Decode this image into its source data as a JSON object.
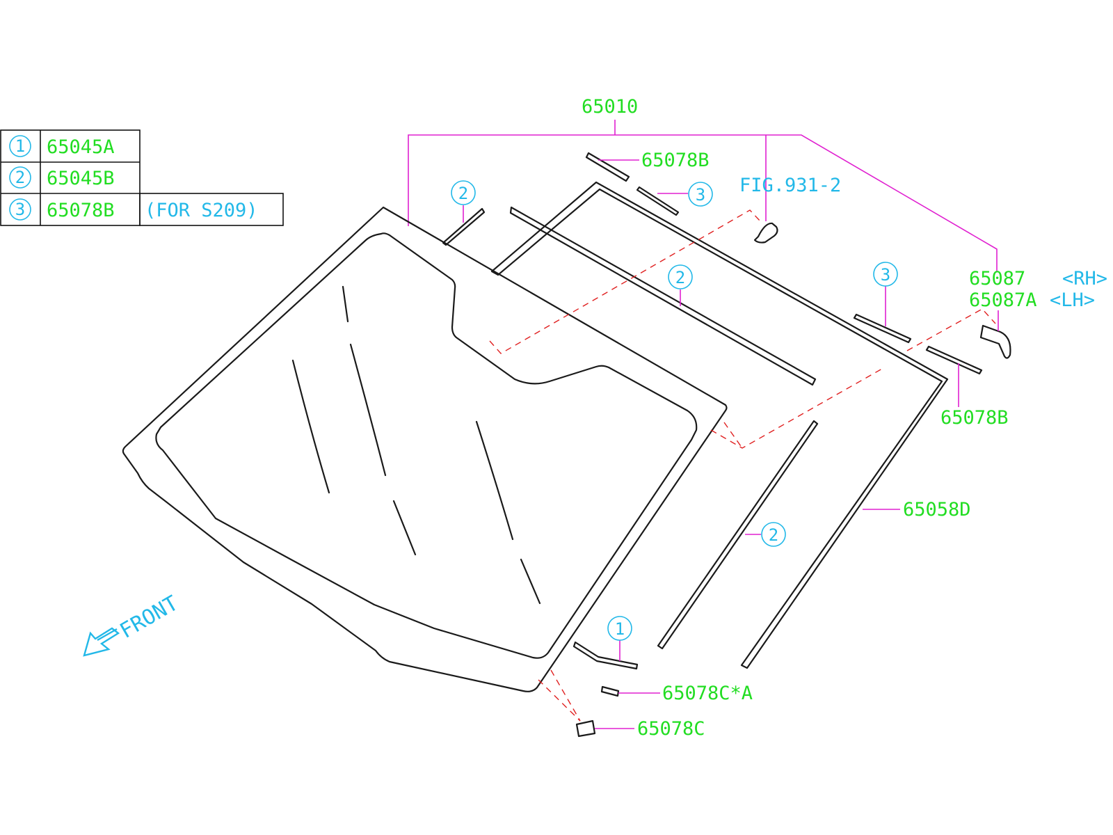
{
  "legend": {
    "rows": [
      {
        "num": "1",
        "part": "65045A",
        "note": ""
      },
      {
        "num": "2",
        "part": "65045B",
        "note": ""
      },
      {
        "num": "3",
        "part": "65078B",
        "note": "(FOR S209)"
      }
    ]
  },
  "labels": {
    "p65010": "65010",
    "p65078b_top": "65078B",
    "fig": "FIG.931-2",
    "p65087": "65087",
    "rh": "<RH>",
    "p65087a": "65087A",
    "lh": "<LH>",
    "p65078b_right": "65078B",
    "p65058d": "65058D",
    "p65078ca": "65078C*A",
    "p65078c": "65078C",
    "front": "FRONT"
  },
  "callouts": {
    "c1": "1",
    "c2": "2",
    "c3": "3"
  },
  "colors": {
    "part_number": "#22dd22",
    "reference": "#22b8e8",
    "leader": "#e020d0",
    "hidden_line": "#e02020",
    "outline": "#1a1a1a"
  }
}
